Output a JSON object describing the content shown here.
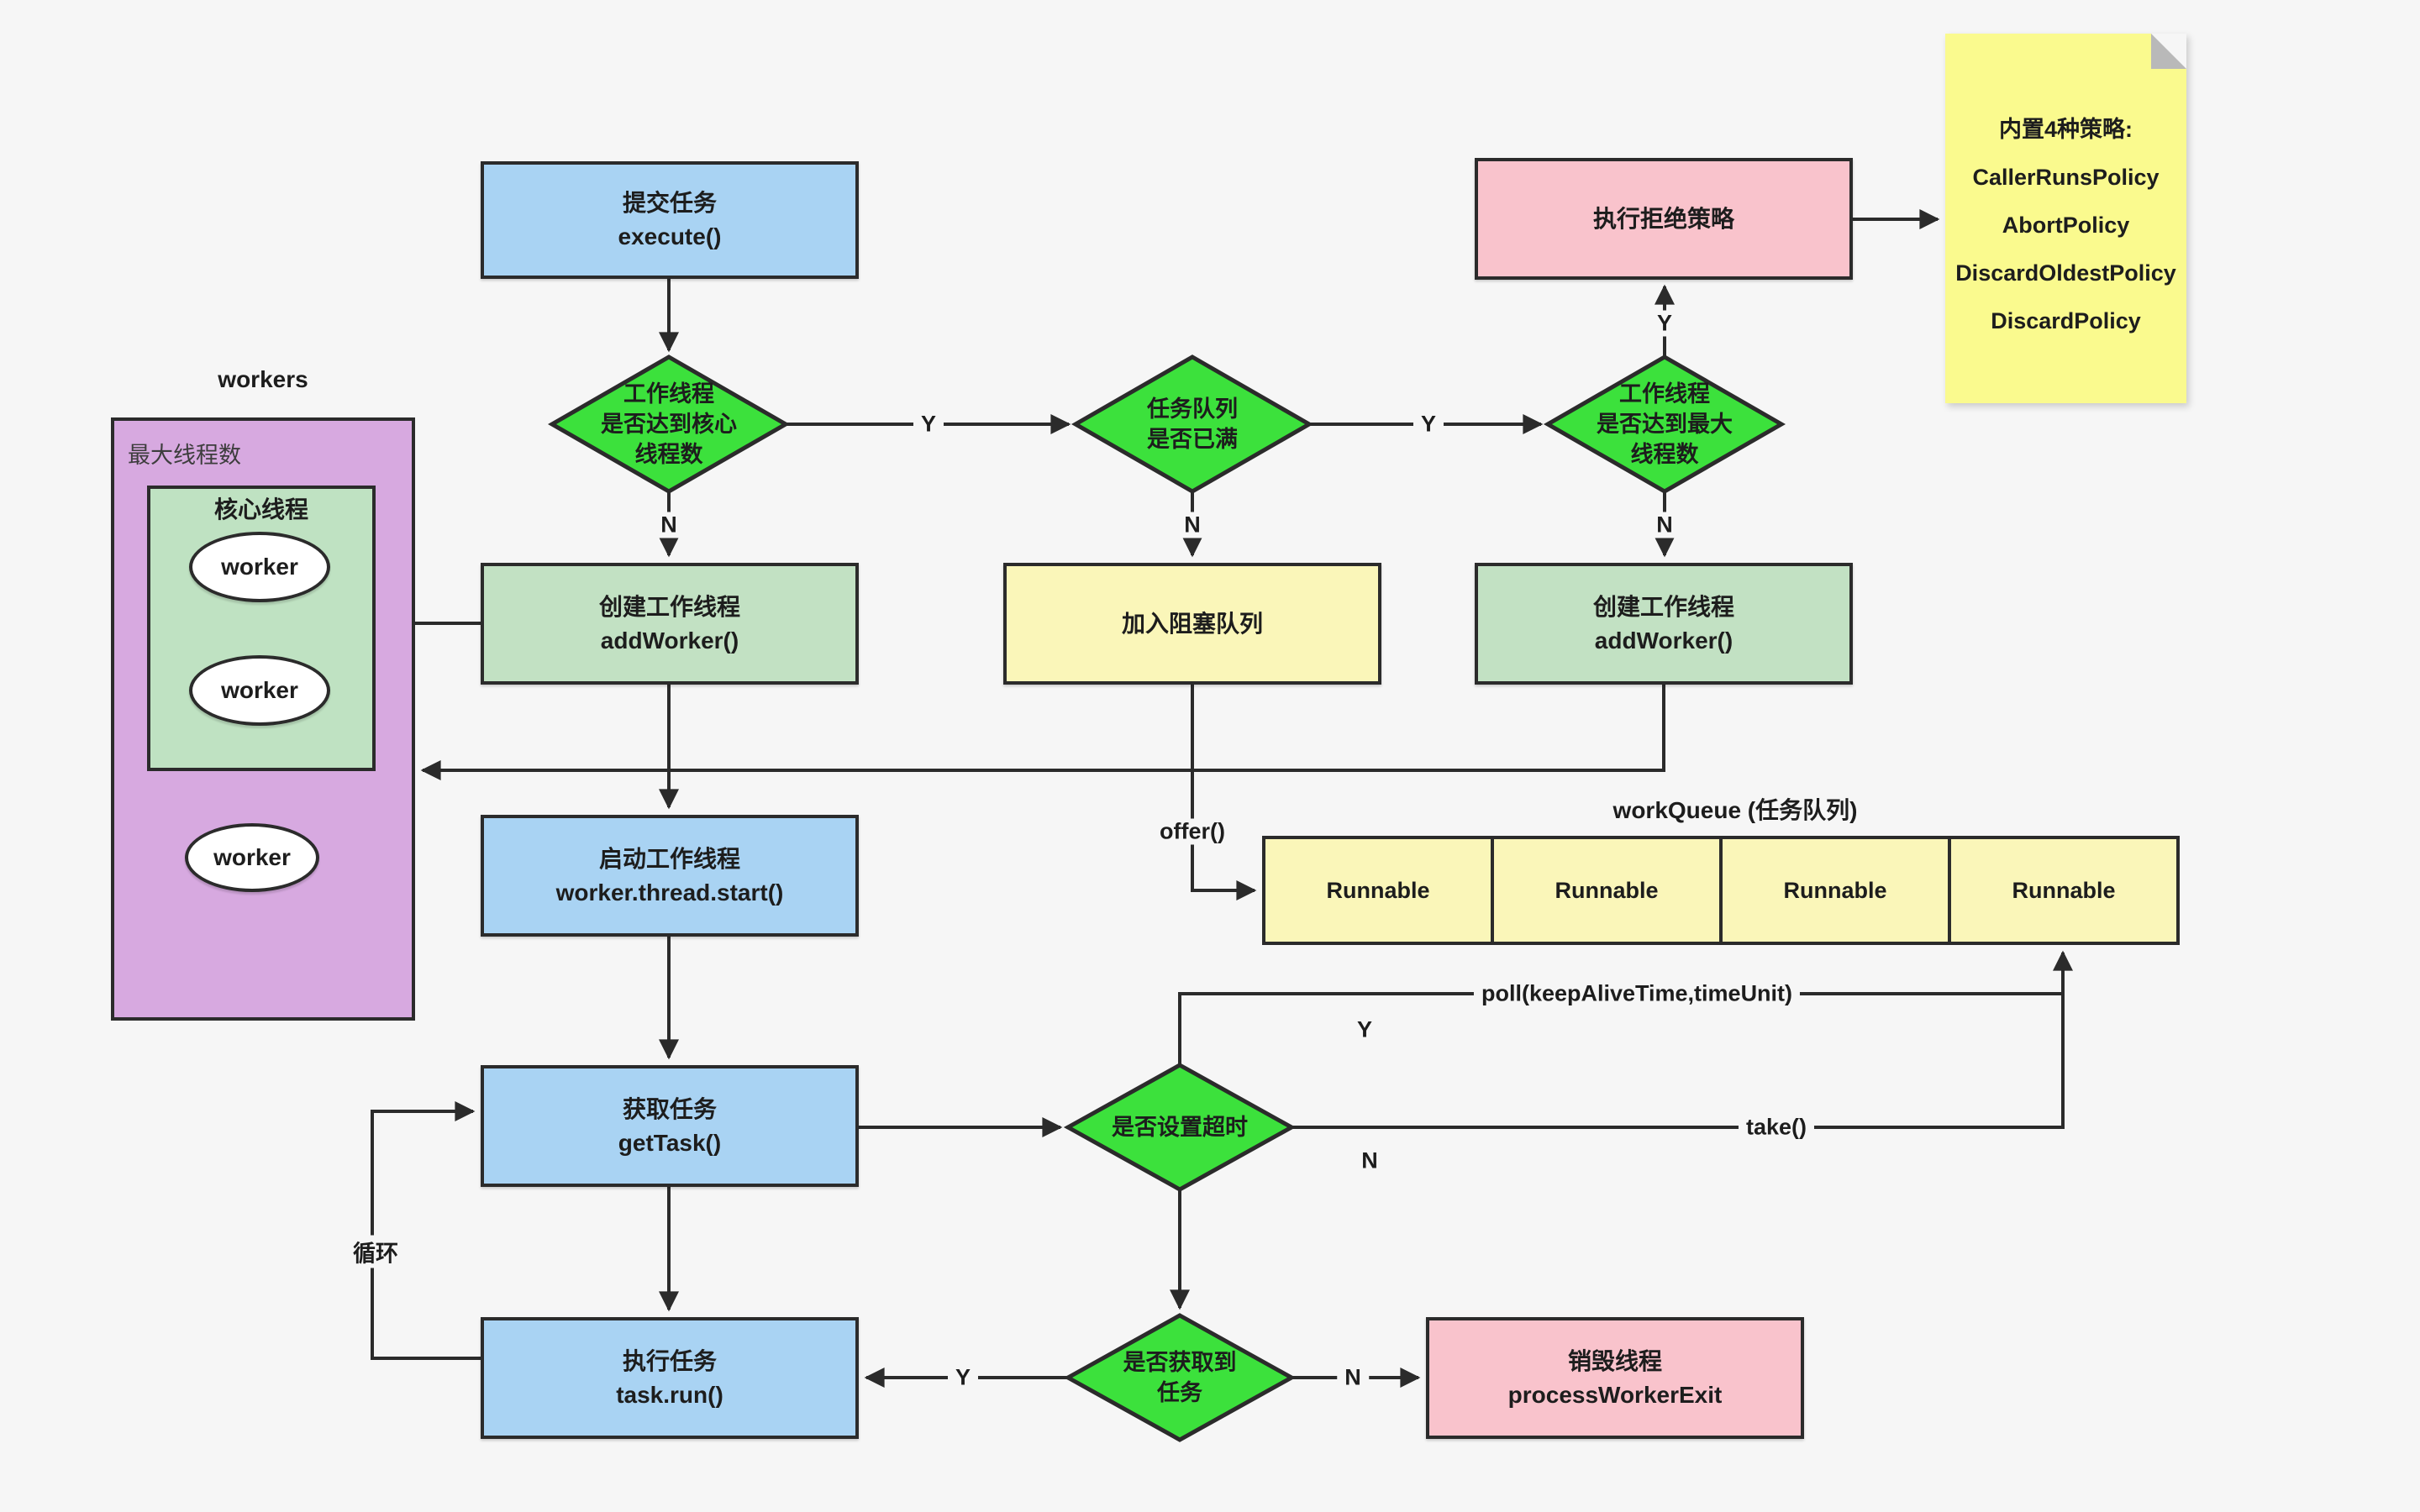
{
  "colors": {
    "bg": "#f6f6f6",
    "line": "#2b2b2b",
    "blue": "#a9d3f3",
    "pink": "#f9c3cc",
    "ltgreen": "#c2e1c3",
    "ltyellow": "#faf6b9",
    "noteyellow": "#fafa8e",
    "purple": "#d7a9e0",
    "coregreen": "#bfe2c2",
    "diamond_green": "#3ce13c"
  },
  "nodes": {
    "submit": {
      "line1": "提交任务",
      "line2": "execute()"
    },
    "reject": {
      "line1": "执行拒绝策略"
    },
    "addworker1": {
      "line1": "创建工作线程",
      "line2": "addWorker()"
    },
    "enqueue": {
      "line1": "加入阻塞队列"
    },
    "addworker2": {
      "line1": "创建工作线程",
      "line2": "addWorker()"
    },
    "start": {
      "line1": "启动工作线程",
      "line2": "worker.thread.start()"
    },
    "gettask": {
      "line1": "获取任务",
      "line2": "getTask()"
    },
    "taskrun": {
      "line1": "执行任务",
      "line2": "task.run()"
    },
    "destroy": {
      "line1": "销毁线程",
      "line2": "processWorkerExit"
    }
  },
  "decisions": {
    "d1": {
      "line1": "工作线程",
      "line2": "是否达到核心",
      "line3": "线程数"
    },
    "d2": {
      "line1": "任务队列",
      "line2": "是否已满"
    },
    "d3": {
      "line1": "工作线程",
      "line2": "是否达到最大",
      "line3": "线程数"
    },
    "d4": {
      "line1": "是否设置超时"
    },
    "d5": {
      "line1": "是否获取到",
      "line2": "任务"
    }
  },
  "workers": {
    "title": "workers",
    "max_label": "最大线程数",
    "core_label": "核心线程",
    "worker1": "worker",
    "worker2": "worker",
    "worker3": "worker"
  },
  "queue": {
    "label": "workQueue (任务队列)",
    "cells": [
      "Runnable",
      "Runnable",
      "Runnable",
      "Runnable"
    ]
  },
  "note": {
    "title": "内置4种策略:",
    "policies": [
      "CallerRunsPolicy",
      "AbortPolicy",
      "DiscardOldestPolicy",
      "DiscardPolicy"
    ]
  },
  "edge_labels": {
    "y_core": "Y",
    "y_full": "Y",
    "y_max": "Y",
    "n_core": "N",
    "n_full": "N",
    "n_max": "N",
    "offer": "offer()",
    "poll_y": "Y",
    "poll": "poll(keepAliveTime,timeUnit)",
    "take": "take()",
    "take_n": "N",
    "loop": "循环",
    "got_y": "Y",
    "got_n": "N"
  }
}
